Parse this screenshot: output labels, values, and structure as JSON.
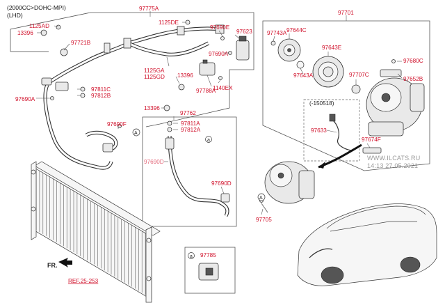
{
  "header": {
    "engine": "(2000CC>DOHC-MPI)",
    "drive": "(LHD)"
  },
  "watermark": {
    "site": "WWW.ILCATS.RU",
    "timestamp": "14:13 27.05.2021"
  },
  "labels": {
    "p97775A": "97775A",
    "p1125AD": "1125AD",
    "p13396_a": "13396",
    "p97721B": "97721B",
    "p1125DE": "1125DE",
    "p97690E": "97690E",
    "p97623": "97623",
    "p97690A_top": "97690A",
    "p1125GA": "1125GA",
    "p1125GD": "1125GD",
    "p13396_b": "13396",
    "p97788A": "97788A",
    "p1140EX": "1140EX",
    "p97811C": "97811C",
    "p97812B": "97812B",
    "p97690A_left": "97690A",
    "p97690F": "97690F",
    "p13396_c": "13396",
    "p97762": "97762",
    "p97811A": "97811A",
    "p97812A": "97812A",
    "p97690D_pink": "97690D",
    "p97690D": "97690D",
    "p97701": "97701",
    "p97743A": "97743A",
    "p97644C": "97644C",
    "p97643E": "97643E",
    "p97643A": "97643A",
    "p97680C": "97680C",
    "p97707C": "97707C",
    "p97652B": "97652B",
    "p150518": "(-150518)",
    "p97633": "97633",
    "p97674F": "97674F",
    "p97705": "97705",
    "p97785": "97785",
    "callout_a1": "A",
    "callout_a2": "A",
    "callout_a3": "a",
    "callout_a4": "a",
    "fr": "FR.",
    "ref": "REF.25-253"
  }
}
